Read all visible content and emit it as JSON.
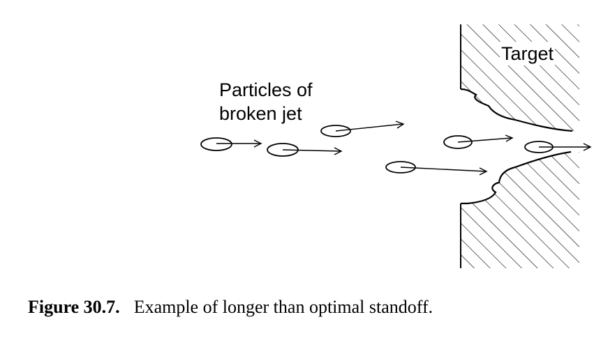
{
  "labels": {
    "particles": [
      "Particles of",
      "broken jet"
    ],
    "target": "Target"
  },
  "caption": {
    "number": "Figure 30.7.",
    "text": "Example of longer than optimal standoff."
  },
  "colors": {
    "ink": "#000000",
    "background": "#ffffff"
  }
}
